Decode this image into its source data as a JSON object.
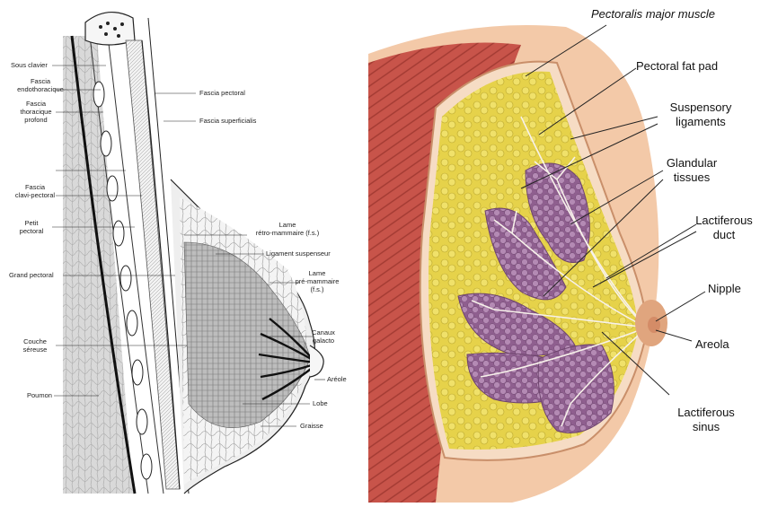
{
  "left_diagram": {
    "labels": {
      "sous_clavier": "Sous clavier",
      "fascia_endothoracique": "Fascia\nendothoracique",
      "fascia_thoracique_profond": "Fascia\nthoracique\nprofond",
      "fascia_clavi_pectoral": "Fascia\nclavi-pectoral",
      "petit_pectoral": "Petit\npectoral",
      "grand_pectoral": "Grand pectoral",
      "couche_sereuse": "Couche\nséreuse",
      "poumon": "Poumon",
      "fascia_pectoral": "Fascia pectoral",
      "fascia_superficialis": "Fascia superficialis",
      "lame_retro_mammaire": "Lame\nrétro-mammaire (f.s.)",
      "ligament_suspenseur": "Ligament suspenseur",
      "lame_pre_mammaire": "Lame\npré-mammaire\n(f.s.)",
      "canaux_galacto": "Canaux\ngalacto",
      "areole": "Aréole",
      "lobe": "Lobe",
      "graisse": "Graisse"
    }
  },
  "right_diagram": {
    "labels": {
      "pectoralis_major": "Pectoralis major muscle",
      "pectoral_fat_pad": "Pectoral fat pad",
      "suspensory_ligaments": "Suspensory\nligaments",
      "glandular_tissues": "Glandular\ntissues",
      "lactiferous_duct": "Lactiferous\nduct",
      "nipple": "Nipple",
      "areola": "Areola",
      "lactiferous_sinus": "Lactiferous\nsinus"
    }
  },
  "colors": {
    "muscle": "#c8544a",
    "fat": "#e8d64a",
    "gland": "#9a6b9a",
    "skin": "#f3c9a8"
  }
}
